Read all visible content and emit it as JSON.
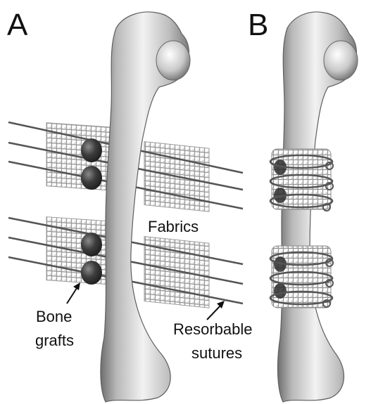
{
  "panels": {
    "a": {
      "letter": "A"
    },
    "b": {
      "letter": "B"
    }
  },
  "labels": {
    "fabrics": "Fabrics",
    "bone_grafts": [
      "Bone",
      "grafts"
    ],
    "resorbable_sutures": [
      "Resorbable",
      "sutures"
    ]
  },
  "colors": {
    "bone_light": "#eeeeee",
    "bone_mid": "#c8c8c8",
    "bone_shadow": "#7a7a7a",
    "mesh": "#8f8f8f",
    "suture": "#555555",
    "graft": "#3d3d3d"
  }
}
